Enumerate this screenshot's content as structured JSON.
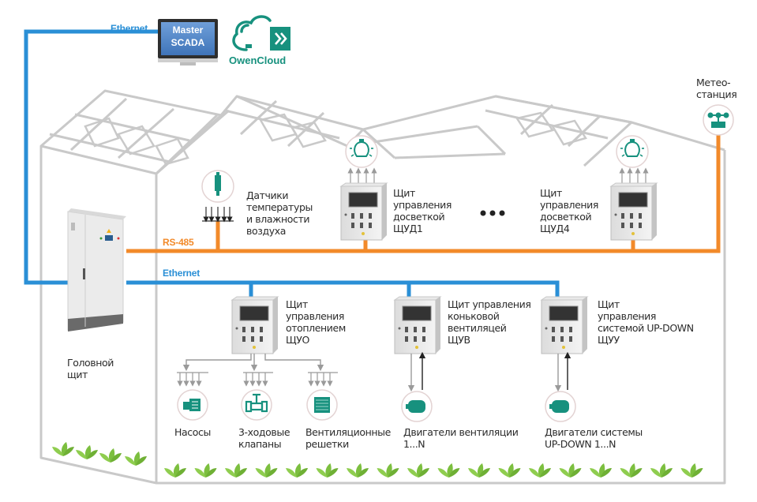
{
  "colors": {
    "ethernet": "#2a8fd6",
    "rs485": "#f28a2a",
    "accent_teal": "#17917e",
    "outline": "#c9c9c9",
    "plant": "#7cbf3f",
    "text": "#2b2b2b"
  },
  "top": {
    "ethernet_label": "Ethernet",
    "scada_line1": "Master",
    "scada_line2": "SCADA",
    "cloud_label": "OwenCloud"
  },
  "networks": {
    "rs485_label": "RS-485",
    "ethernet_label": "Ethernet"
  },
  "head_panel": {
    "line1": "Головной",
    "line2": "щит"
  },
  "sensors": {
    "lines": [
      "Датчики",
      "температуры",
      "и влажности",
      "воздуха"
    ]
  },
  "lighting_panels": [
    {
      "lines": [
        "Щит",
        "управления",
        "досветкой",
        "ЩУД1"
      ]
    },
    {
      "lines": [
        "Щит",
        "управления",
        "досветкой",
        "ЩУД4"
      ]
    }
  ],
  "ellipsis": "•••",
  "weather_station": {
    "lines": [
      "Метео-",
      "станция"
    ]
  },
  "heating_panel": {
    "lines": [
      "Щит",
      "управления",
      "отоплением",
      "ЩУО"
    ]
  },
  "vent_panel": {
    "lines": [
      "Щит управления",
      "коньковой",
      "вентиляцей",
      "ЩУВ"
    ]
  },
  "updown_panel": {
    "lines": [
      "Щит",
      "управления",
      "системой UP-DOWN",
      "ЩУУ"
    ]
  },
  "devices": {
    "pumps": {
      "lines": [
        "Насосы"
      ]
    },
    "valves": {
      "lines": [
        "3-ходовые",
        "клапаны"
      ]
    },
    "grilles": {
      "lines": [
        "Вентиляционные",
        "решетки"
      ]
    },
    "vent_motors": {
      "lines": [
        "Двигатели вентиляции",
        "1...N"
      ]
    },
    "updown_motors": {
      "lines": [
        "Двигатели системы",
        "UP-DOWN 1...N"
      ]
    }
  },
  "icons": {
    "monitor": "monitor-icon",
    "cloud": "cloud-icon",
    "bulb": "lightbulb-icon",
    "sensor": "sensor-icon",
    "weather": "weather-station-icon",
    "pump": "pump-icon",
    "valve": "valve-icon",
    "grille": "grille-icon",
    "motor": "motor-icon",
    "plant": "plant-icon"
  }
}
